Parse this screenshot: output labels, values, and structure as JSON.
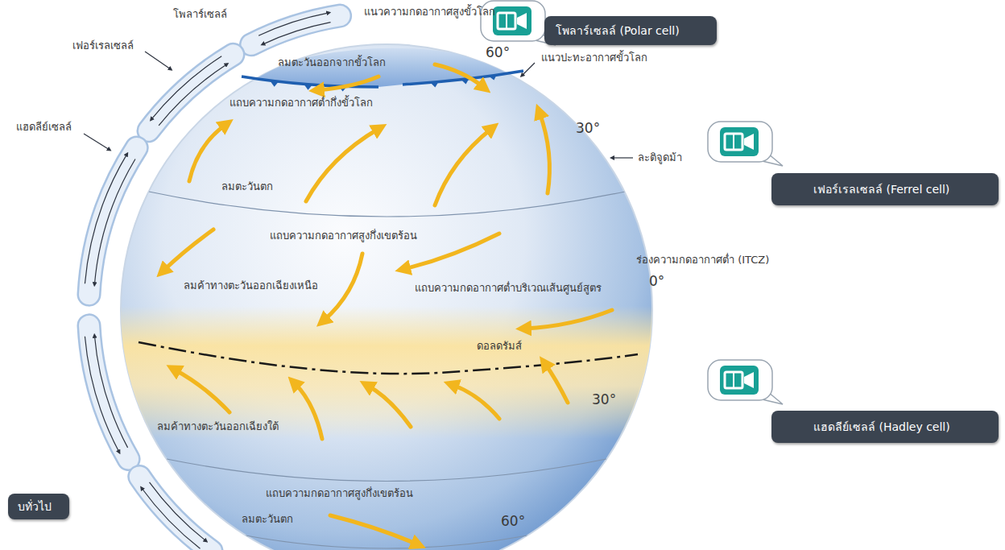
{
  "diagram": {
    "nodes": [
      {
        "text": [
          "โพลาร์เซลล์ (Polar cell)"
        ]
      },
      {
        "text": [
          "เฟอร์เรลเซลล์ (Ferrel cell)"
        ]
      },
      {
        "text": [
          "แฮดลีย์เซลล์ (Hadley cell)"
        ]
      },
      {
        "text": [
          "บทั่วไป"
        ]
      }
    ],
    "labels": [
      "โพลาร์เซลล์",
      "แนวความกดอากาศสูงขั้วโลก",
      "เฟอร์เรลเซลล์",
      "ลมตะวันออกจากขั้วโลก",
      "60°",
      "แนวปะทะอากาศขั้วโลก",
      "แถบความกดอากาศต่ำกึ่งขั้วโลก",
      "30°",
      "ละติจูดม้า",
      "แฮดลีย์เซลล์",
      "ลมตะวันตก",
      "แถบความกดอากาศสูงกึ่งเขตร้อน",
      "ร่องความกดอากาศต่ำ (ITCZ)",
      "0°",
      "ลมค้าทางตะวันออกเฉียงเหนือ",
      "แถบความกดอากาศต่ำบริเวณเส้นศูนย์สูตร",
      "ดอลดรัมส์",
      "30°",
      "ลมค้าทางตะวันออกเฉียงใต้",
      "แถบความกดอากาศสูงกึ่งเขตร้อน",
      "ลมตะวันตก",
      "60°"
    ]
  }
}
